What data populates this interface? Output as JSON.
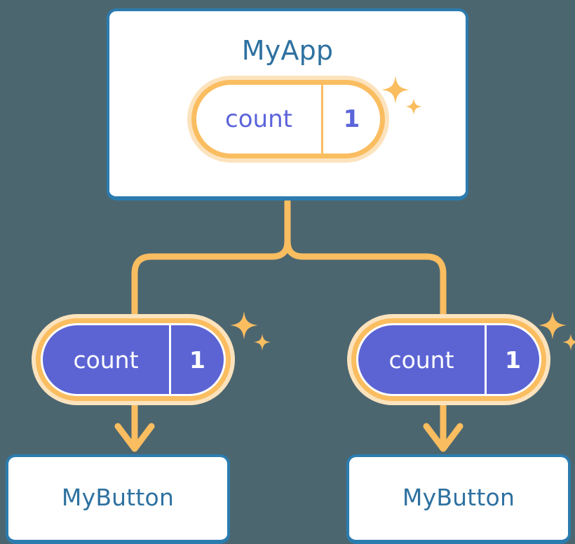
{
  "theme": {
    "background": "#4c6670",
    "card_border": "#2b7cae",
    "card_fill": "#ffffff",
    "title_text": "#2e71a0",
    "pill_ring": "#fabd60",
    "pill_halo": "#fce3bd",
    "pill_fill_solid": "#5c64d4",
    "pill_text_light": "#5c64da",
    "pill_text_solid": "#ffffff",
    "connector": "#fabd60"
  },
  "diagram": {
    "type": "component-state-propagation-tree",
    "root": {
      "name": "app-card",
      "title": "MyApp",
      "state": {
        "key": "count",
        "value": "1",
        "style": "outlined"
      },
      "sparkle_icon": "sparkles-icon"
    },
    "children": [
      {
        "name": "child-left",
        "state": {
          "key": "count",
          "value": "1",
          "style": "filled"
        },
        "sparkle_icon": "sparkles-icon",
        "component": {
          "name": "button-card-left",
          "title": "MyButton"
        }
      },
      {
        "name": "child-right",
        "state": {
          "key": "count",
          "value": "1",
          "style": "filled"
        },
        "sparkle_icon": "sparkles-icon",
        "component": {
          "name": "button-card-right",
          "title": "MyButton"
        }
      }
    ],
    "connectors": {
      "stem_icon": "branch-connector",
      "arrow_icon": "arrow-down-icon",
      "count": 2
    }
  }
}
